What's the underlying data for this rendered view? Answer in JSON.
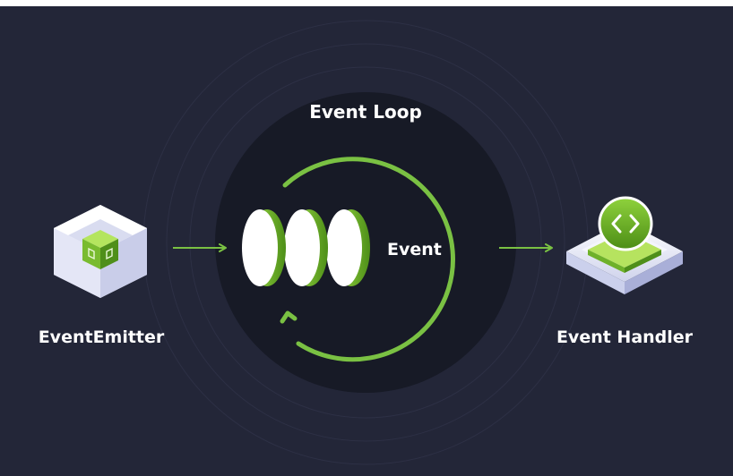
{
  "diagram": {
    "title": "Event Loop",
    "center_label": "Event",
    "left_label": "EventEmitter",
    "right_label": "Event Handler"
  },
  "colors": {
    "background": "#232638",
    "loop_circle": "#171a26",
    "accent_green": "#7ac143",
    "dark_green": "#4f8a1b",
    "text": "#ffffff"
  },
  "icons": {
    "left": "node-cube-icon",
    "right": "code-handler-icon",
    "center": "event-discs"
  }
}
